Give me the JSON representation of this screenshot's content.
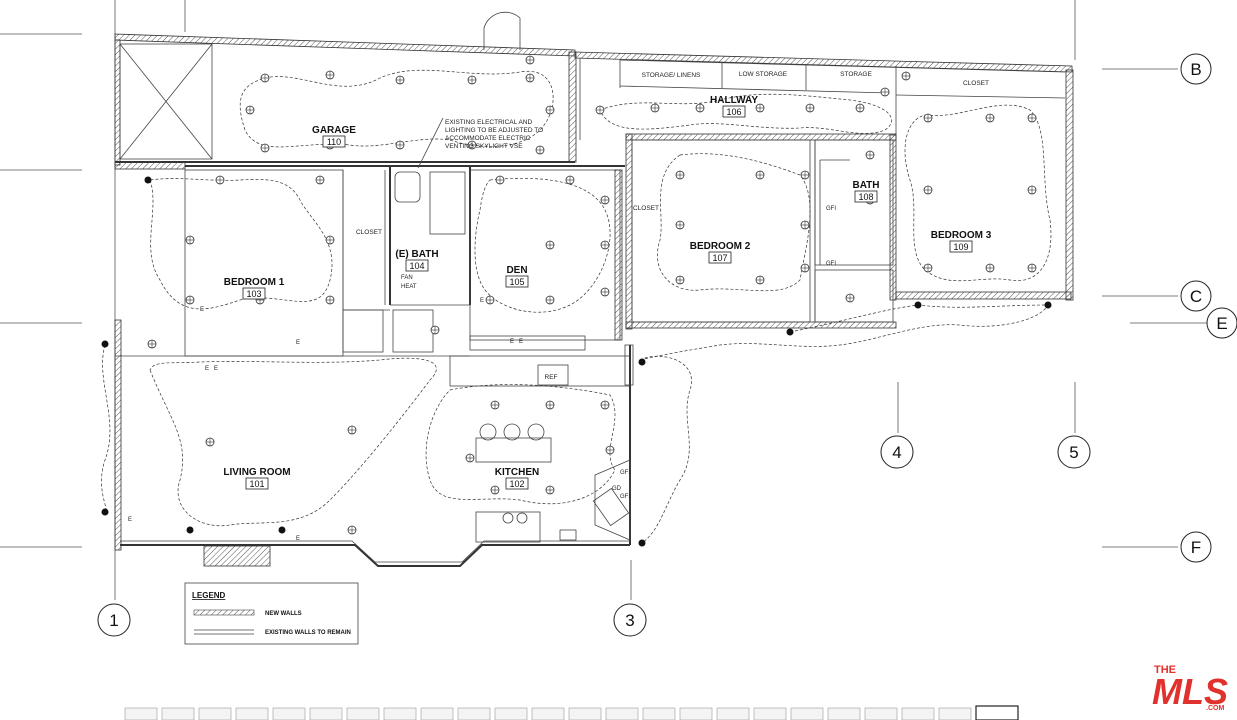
{
  "rooms": {
    "garage": {
      "name": "GARAGE",
      "number": "110"
    },
    "bedroom1": {
      "name": "BEDROOM 1",
      "number": "103"
    },
    "ebath": {
      "name": "(E) BATH",
      "number": "104"
    },
    "den": {
      "name": "DEN",
      "number": "105"
    },
    "hallway": {
      "name": "HALLWAY",
      "number": "106"
    },
    "bedroom2": {
      "name": "BEDROOM 2",
      "number": "107"
    },
    "bath": {
      "name": "BATH",
      "number": "108"
    },
    "bedroom3": {
      "name": "BEDROOM 3",
      "number": "109"
    },
    "living": {
      "name": "LIVING ROOM",
      "number": "101"
    },
    "kitchen": {
      "name": "KITCHEN",
      "number": "102"
    }
  },
  "labels": {
    "storage_linens": "STORAGE/ LINENS",
    "low_storage": "LOW STORAGE",
    "storage": "STORAGE",
    "closet": "CLOSET",
    "note_line1": "EXISTING ELECTRICAL AND",
    "note_line2": "LIGHTING TO BE ADJUSTED TO",
    "note_line3": "ACCOMMODATE ELECTRIC",
    "note_line4": "VENTING SKYLIGHT VSE",
    "ref": "REF",
    "fan": "FAN",
    "heat": "HEAT",
    "gfi": "GFI",
    "e": "E",
    "gd": "GD"
  },
  "grid": {
    "row_b": "B",
    "row_c": "C",
    "row_e": "E",
    "row_f": "F",
    "col_1": "1",
    "col_3": "3",
    "col_4": "4",
    "col_5": "5"
  },
  "legend": {
    "title": "LEGEND",
    "new_walls": "NEW WALLS",
    "existing_walls": "EXISTING WALLS TO REMAIN"
  },
  "logo": {
    "text": "THE MLS .COM",
    "color": "#e0312c"
  }
}
